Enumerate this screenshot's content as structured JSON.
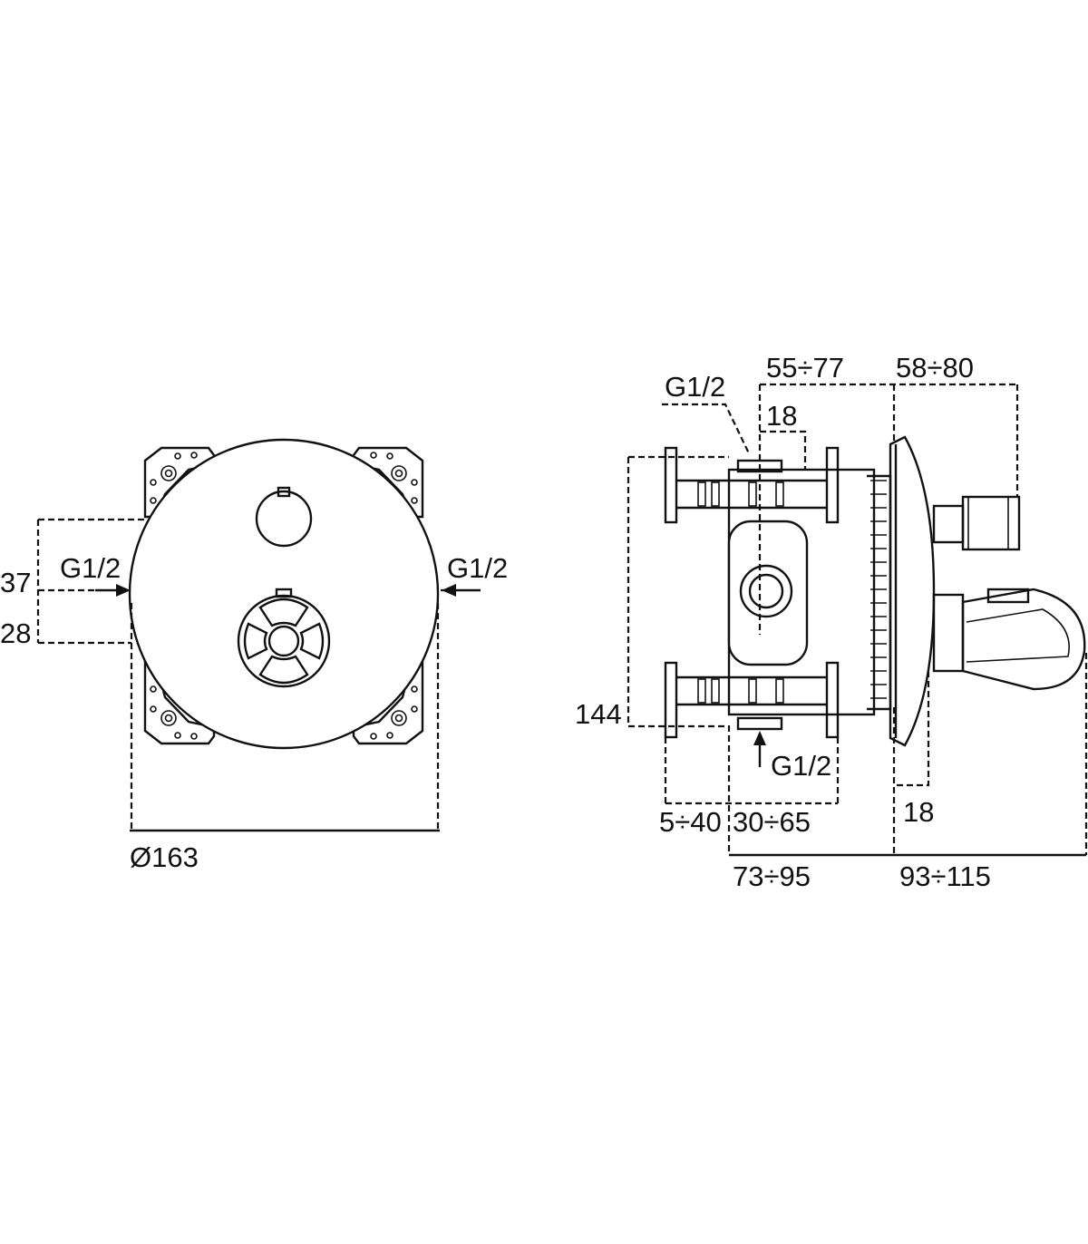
{
  "front_view": {
    "inlet_left": "G1/2",
    "inlet_right": "G1/2",
    "dim_upper": "37",
    "dim_lower": "28",
    "diameter": "Ø163"
  },
  "side_view": {
    "inlet_top": "G1/2",
    "inlet_bottom": "G1/2",
    "dim_55_77": "55÷77",
    "dim_58_80": "58÷80",
    "dim_18_top": "18",
    "dim_144": "144",
    "dim_5_40": "5÷40",
    "dim_30_65": "30÷65",
    "dim_18_bottom": "18",
    "dim_73_95": "73÷95",
    "dim_93_115": "93÷115"
  },
  "colors": {
    "line": "#111111",
    "background": "#ffffff"
  }
}
